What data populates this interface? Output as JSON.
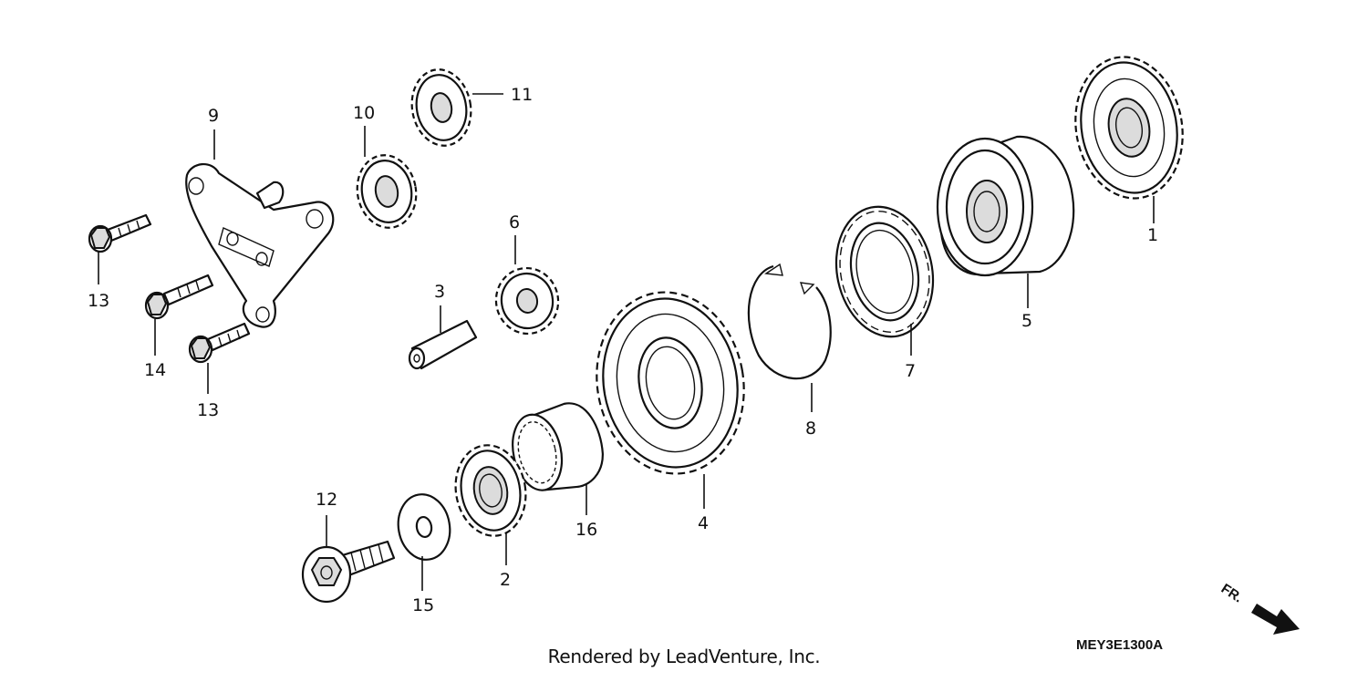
{
  "diagram": {
    "callouts": [
      "1",
      "2",
      "3",
      "4",
      "5",
      "6",
      "7",
      "8",
      "9",
      "10",
      "11",
      "12",
      "13",
      "14",
      "13",
      "15",
      "16"
    ],
    "part_code": "MEY3E1300A",
    "front_label": "FR.",
    "credit": "Rendered by LeadVenture, Inc."
  }
}
